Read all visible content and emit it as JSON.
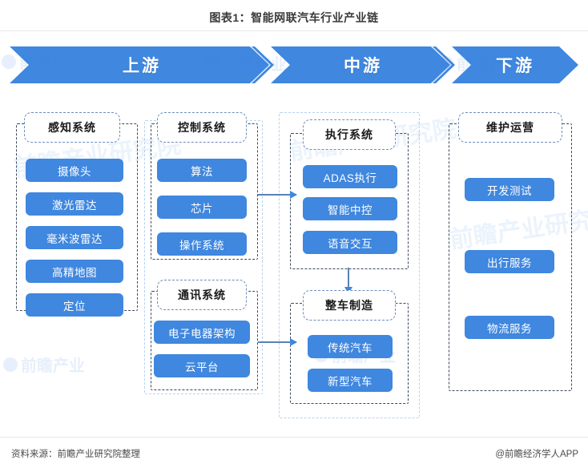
{
  "title": "图表1：智能网联汽车行业产业链",
  "banner": {
    "stages": [
      {
        "label": "上游"
      },
      {
        "label": "中游"
      },
      {
        "label": "下游"
      }
    ]
  },
  "groups": {
    "perception": {
      "header": "感知系统",
      "items": [
        "摄像头",
        "激光雷达",
        "毫米波雷达",
        "高精地图",
        "定位"
      ]
    },
    "control": {
      "header": "控制系统",
      "items": [
        "算法",
        "芯片",
        "操作系统"
      ]
    },
    "communication": {
      "header": "通讯系统",
      "items": [
        "电子电器架构",
        "云平台"
      ]
    },
    "execution": {
      "header": "执行系统",
      "items": [
        "ADAS执行",
        "智能中控",
        "语音交互"
      ]
    },
    "manufacture": {
      "header": "整车制造",
      "items": [
        "传统汽车",
        "新型汽车"
      ]
    },
    "operation": {
      "header": "维护运营",
      "items": [
        "开发测试",
        "出行服务",
        "物流服务"
      ]
    }
  },
  "watermarks": {
    "brand_text": "前瞻产业研究院",
    "badge_text": "前瞻产业"
  },
  "footer": {
    "source": "资料来源：前瞻产业研究院整理",
    "brand": "@前瞻经济学人APP"
  },
  "colors": {
    "accent": "#3f87df",
    "pill_text": "#ffffff",
    "group_border": "#3d4a5c",
    "outer_border": "#b9d2ef",
    "arrow": "#5b82b4"
  }
}
